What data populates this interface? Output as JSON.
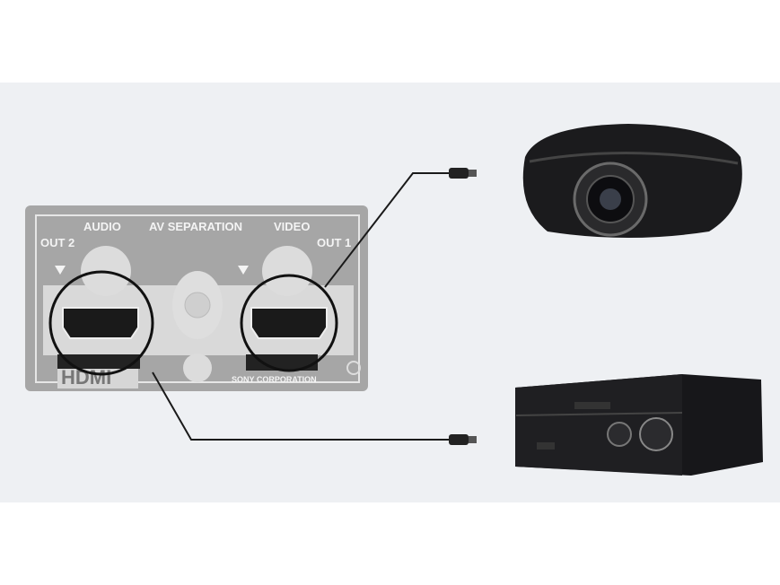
{
  "panel": {
    "audio_label": "AUDIO",
    "av_separation_label": "AV SEPARATION",
    "video_label": "VIDEO",
    "out2_label": "OUT 2",
    "out1_label": "OUT 1",
    "logo": "HDMI",
    "maker": "SONY CORPORATION"
  },
  "devices": {
    "top": "projector",
    "bottom": "av-receiver"
  },
  "colors": {
    "background": "#eef0f3",
    "panel": "#a9a9a9",
    "cable": "#1a1a1a"
  }
}
